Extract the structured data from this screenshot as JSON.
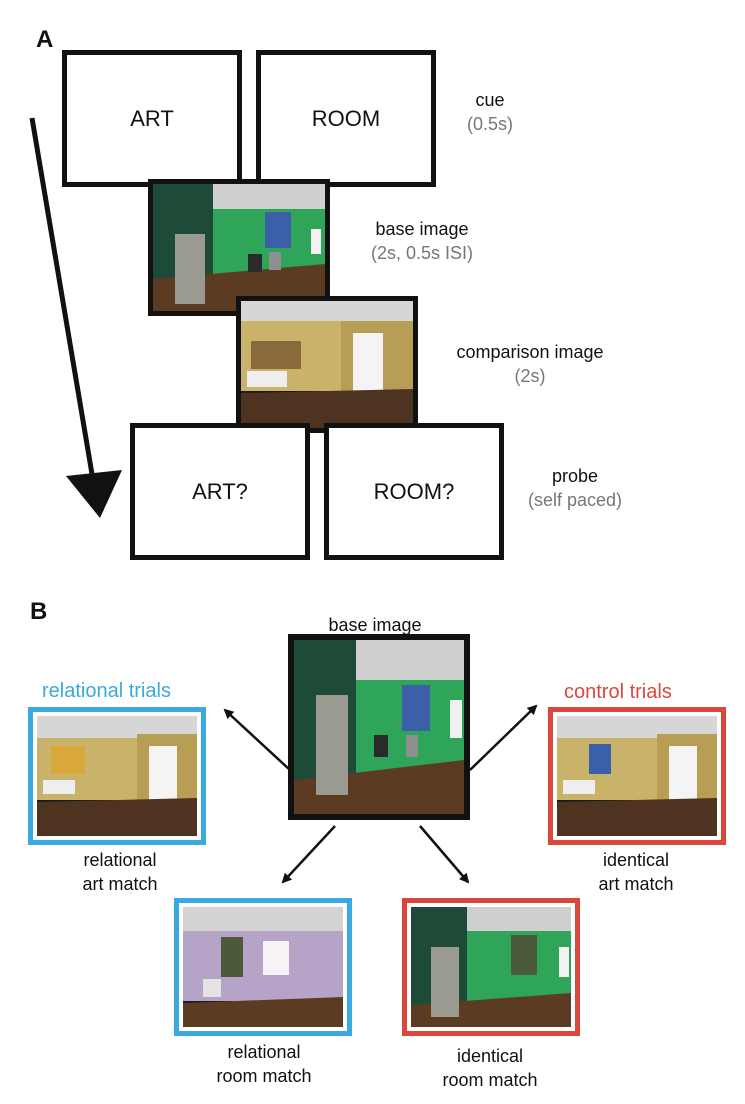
{
  "panel_a": {
    "letter": "A",
    "cue": {
      "left_box": "ART",
      "right_box": "ROOM",
      "label": "cue",
      "timing": "(0.5s)"
    },
    "base": {
      "label": "base image",
      "timing": "(2s, 0.5s ISI)"
    },
    "comparison": {
      "label": "comparison image",
      "timing": "(2s)"
    },
    "probe": {
      "left_box": "ART?",
      "right_box": "ROOM?",
      "label": "probe",
      "timing": "(self paced)"
    }
  },
  "panel_b": {
    "letter": "B",
    "base_label": "base image",
    "relational_title": "relational trials",
    "control_title": "control trials",
    "relational_art": {
      "line1": "relational",
      "line2": "art match"
    },
    "relational_room": {
      "line1": "relational",
      "line2": "room match"
    },
    "identical_art": {
      "line1": "identical",
      "line2": "art match"
    },
    "identical_room": {
      "line1": "identical",
      "line2": "room match"
    }
  },
  "colors": {
    "relational": "#3aa9e0",
    "control": "#d9473d",
    "timing": "#777777",
    "frame": "#111111"
  }
}
